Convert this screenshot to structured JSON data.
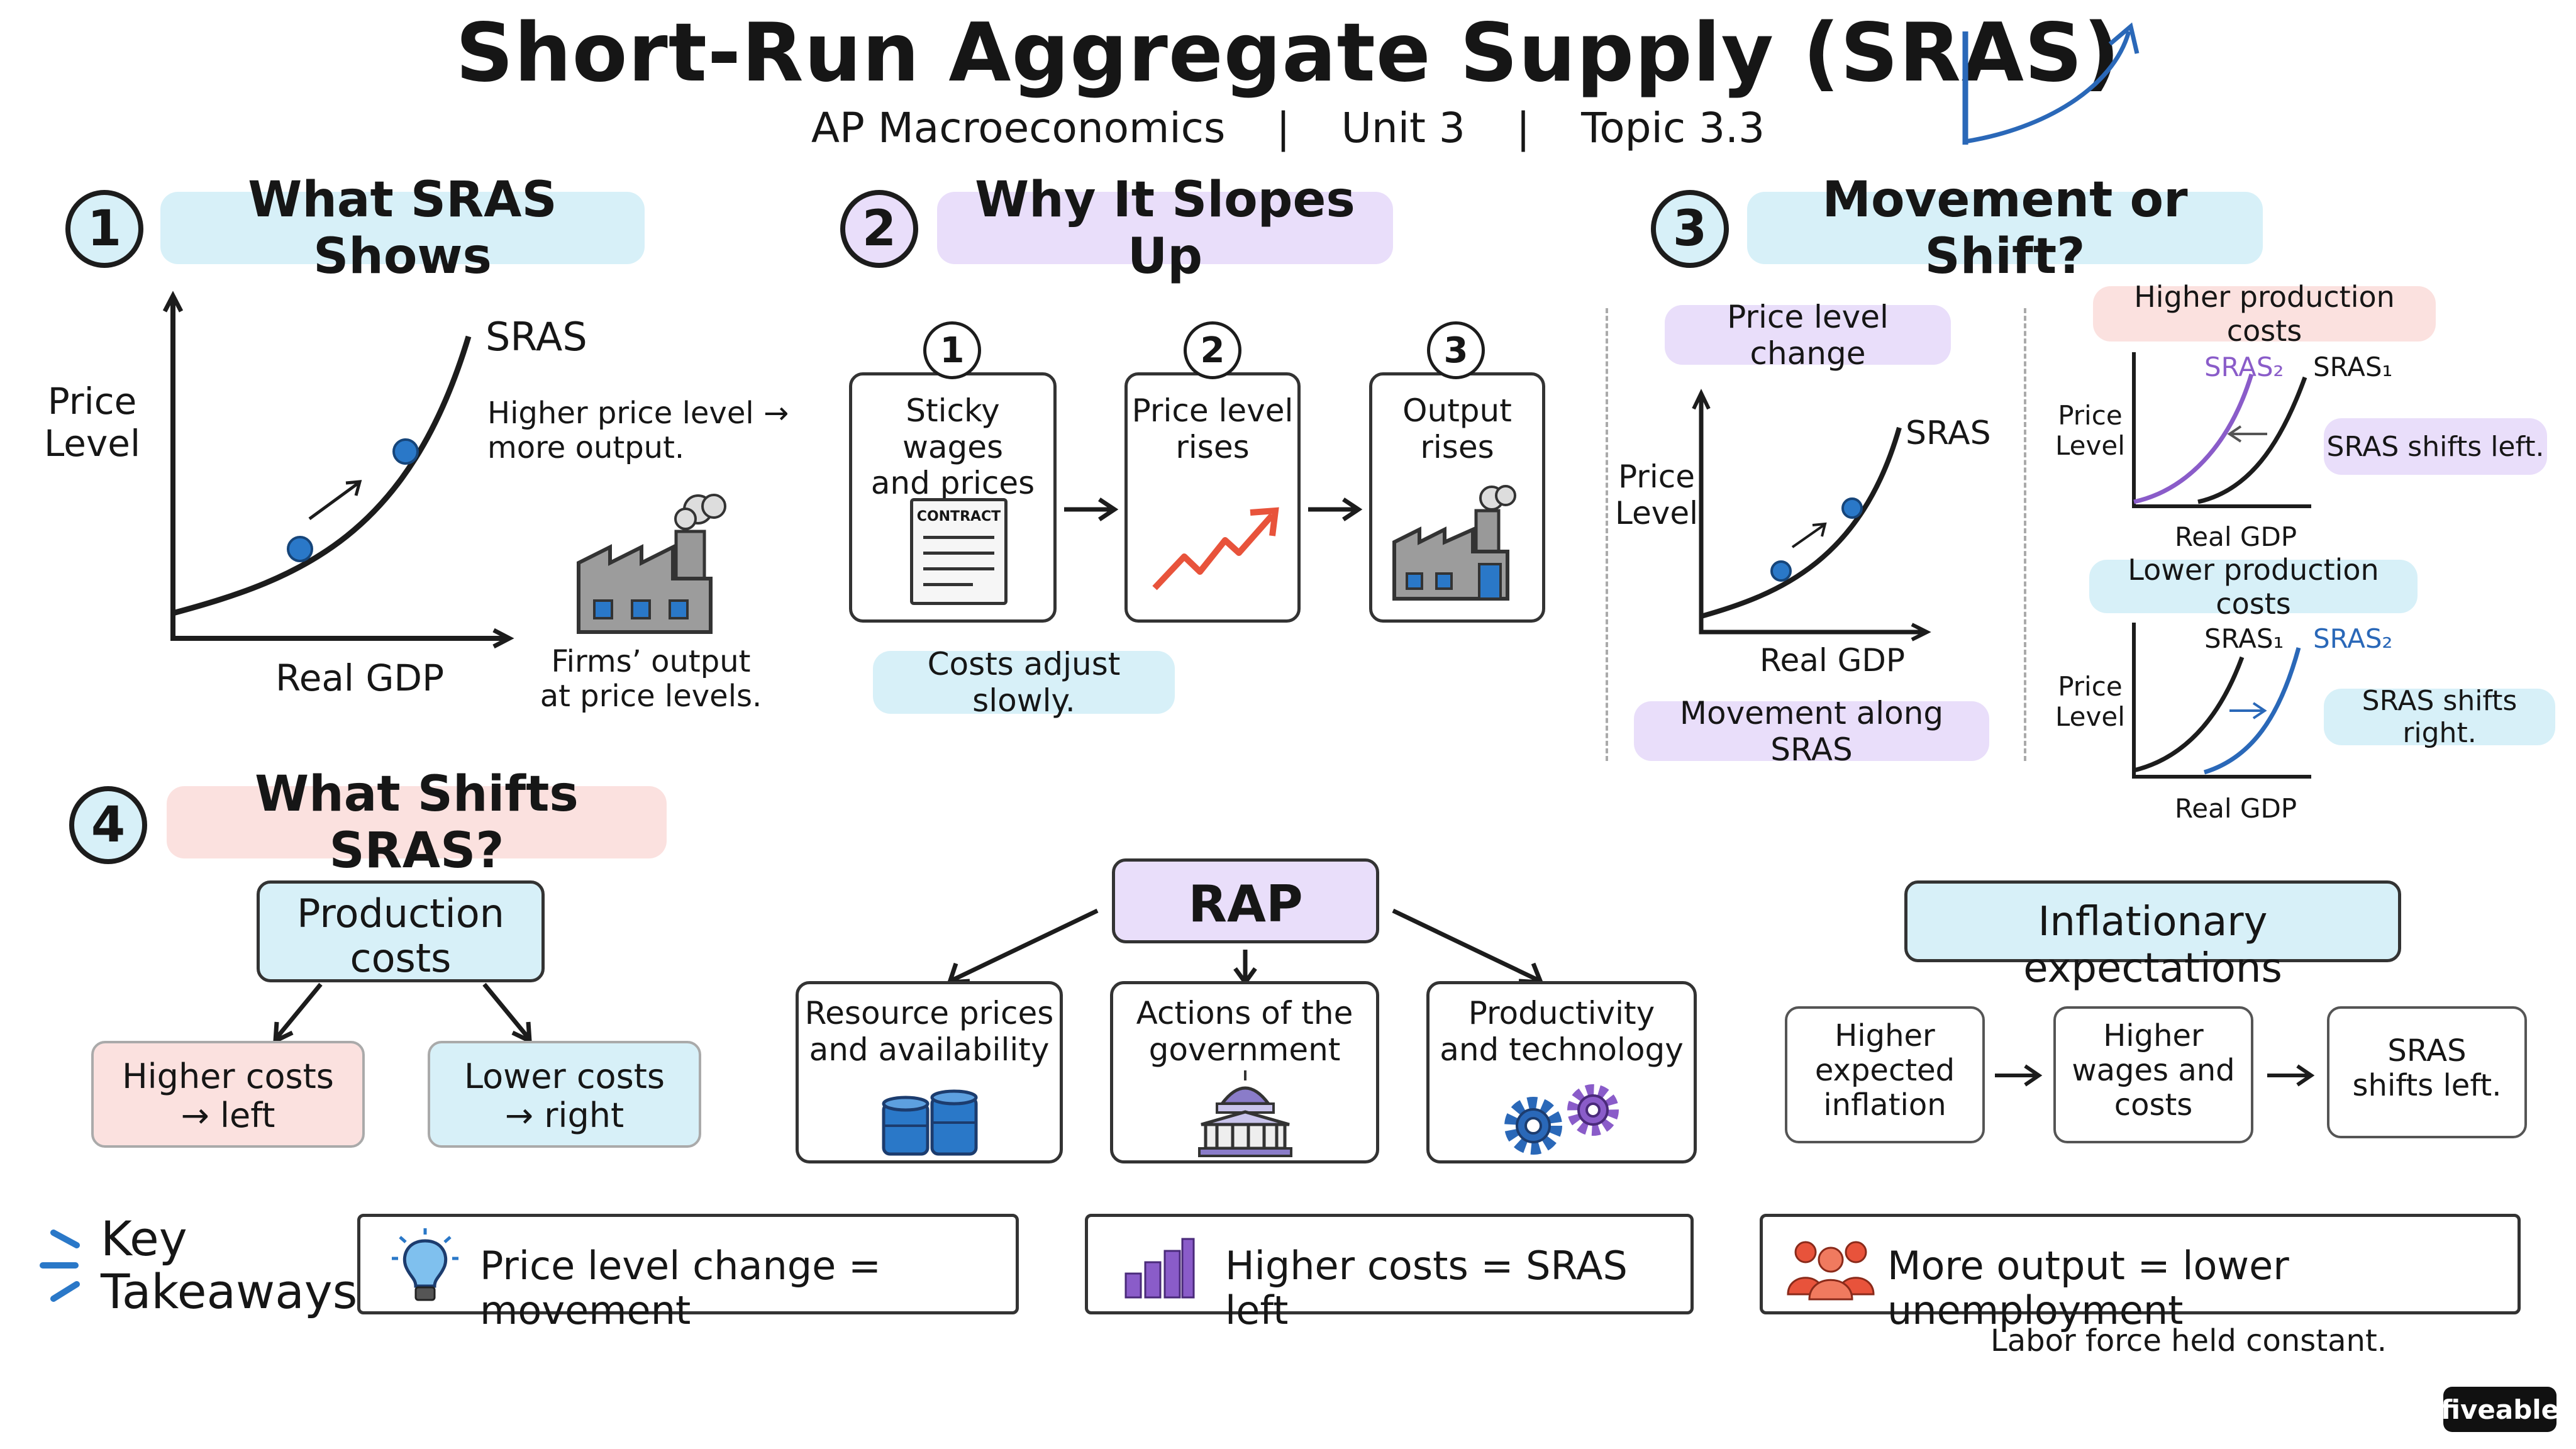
{
  "title": "Short-Run Aggregate Supply (SRAS)",
  "subtitle": {
    "course": "AP Macroeconomics",
    "sep": "|",
    "unit": "Unit 3",
    "topic": "Topic 3.3"
  },
  "sections": {
    "s1": {
      "number": "1",
      "heading": "What SRAS Shows",
      "graph": {
        "y_label_1": "Price",
        "y_label_2": "Level",
        "x_label": "Real GDP",
        "curve_label": "SRAS"
      },
      "note_1": "Higher price level →",
      "note_2": "more output.",
      "factory_caption_1": "Firms’ output",
      "factory_caption_2": "at price levels."
    },
    "s2": {
      "number": "2",
      "heading": "Why It Slopes Up",
      "steps": [
        {
          "num": "1",
          "line1": "Sticky wages",
          "line2": "and prices",
          "icon_text": "CONTRACT"
        },
        {
          "num": "2",
          "line1": "Price level",
          "line2": "rises"
        },
        {
          "num": "3",
          "line1": "Output",
          "line2": "rises"
        }
      ],
      "note": "Costs adjust slowly."
    },
    "s3": {
      "number": "3",
      "heading": "Movement or Shift?",
      "left": {
        "tag": "Price level change",
        "y_label_1": "Price",
        "y_label_2": "Level",
        "x_label": "Real GDP",
        "curve_label": "SRAS",
        "bottom_tag": "Movement along SRAS"
      },
      "top_right": {
        "tag": "Higher production costs",
        "curve_new": "SRAS₂",
        "curve_old": "SRAS₁",
        "y_label_1": "Price",
        "y_label_2": "Level",
        "x_label": "Real GDP",
        "result": "SRAS shifts left."
      },
      "bottom_right": {
        "tag": "Lower production costs",
        "curve_old": "SRAS₁",
        "curve_new": "SRAS₂",
        "y_label_1": "Price",
        "y_label_2": "Level",
        "x_label": "Real GDP",
        "result": "SRAS shifts right."
      }
    },
    "s4": {
      "number": "4",
      "heading": "What Shifts SRAS?",
      "production": {
        "title_1": "Production",
        "title_2": "costs",
        "higher_1": "Higher costs",
        "higher_2": "→ left",
        "lower_1": "Lower costs",
        "lower_2": "→ right"
      },
      "rap": {
        "title": "RAP",
        "items": [
          {
            "line1": "Resource prices",
            "line2": "and availability"
          },
          {
            "line1": "Actions of the",
            "line2": "government"
          },
          {
            "line1": "Productivity",
            "line2": "and technology"
          }
        ]
      },
      "inflation": {
        "title": "Inflationary expectations",
        "steps": [
          {
            "line1": "Higher",
            "line2": "expected",
            "line3": "inflation"
          },
          {
            "line1": "Higher",
            "line2": "wages and",
            "line3": "costs"
          },
          {
            "line1": "SRAS",
            "line2": "shifts left."
          }
        ]
      }
    }
  },
  "takeaways": {
    "label_1": "Key",
    "label_2": "Takeaways:",
    "items": [
      {
        "icon": "lightbulb-icon",
        "text": "Price level change = movement"
      },
      {
        "icon": "bar-chart-icon",
        "text": "Higher costs = SRAS left"
      },
      {
        "icon": "people-icon",
        "text": "More output = lower unemployment"
      }
    ],
    "footnote": "Labor force held constant."
  },
  "brand": "fiveable",
  "colors": {
    "blue_accent": "#2a78c8",
    "purple_accent": "#8a5cc9",
    "orange_accent": "#e8533b",
    "pill_blue": "#d7f0f8",
    "pill_purple": "#e9defa",
    "pill_pink": "#fbe1df"
  }
}
